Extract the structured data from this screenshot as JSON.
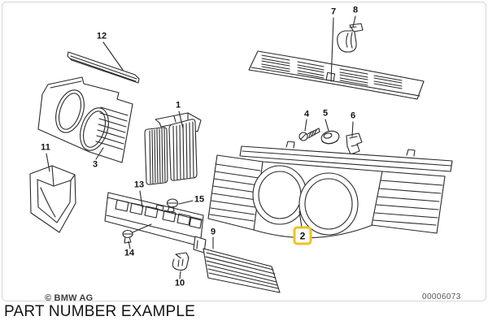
{
  "diagram": {
    "caption": "PART NUMBER EXAMPLE",
    "copyright": "© BMW AG",
    "doc_number": "00006073",
    "selected_part": "2",
    "highlight_color": "#f0c020",
    "line_color": "#2a2a2a",
    "background": "#ffffff",
    "labels": {
      "n1": "1",
      "n2": "2",
      "n3": "3",
      "n4": "4",
      "n5": "5",
      "n6": "6",
      "n7": "7",
      "n8": "8",
      "n9": "9",
      "n10": "10",
      "n11": "11",
      "n12": "12",
      "n13": "13",
      "n14": "14",
      "n15": "15"
    }
  }
}
